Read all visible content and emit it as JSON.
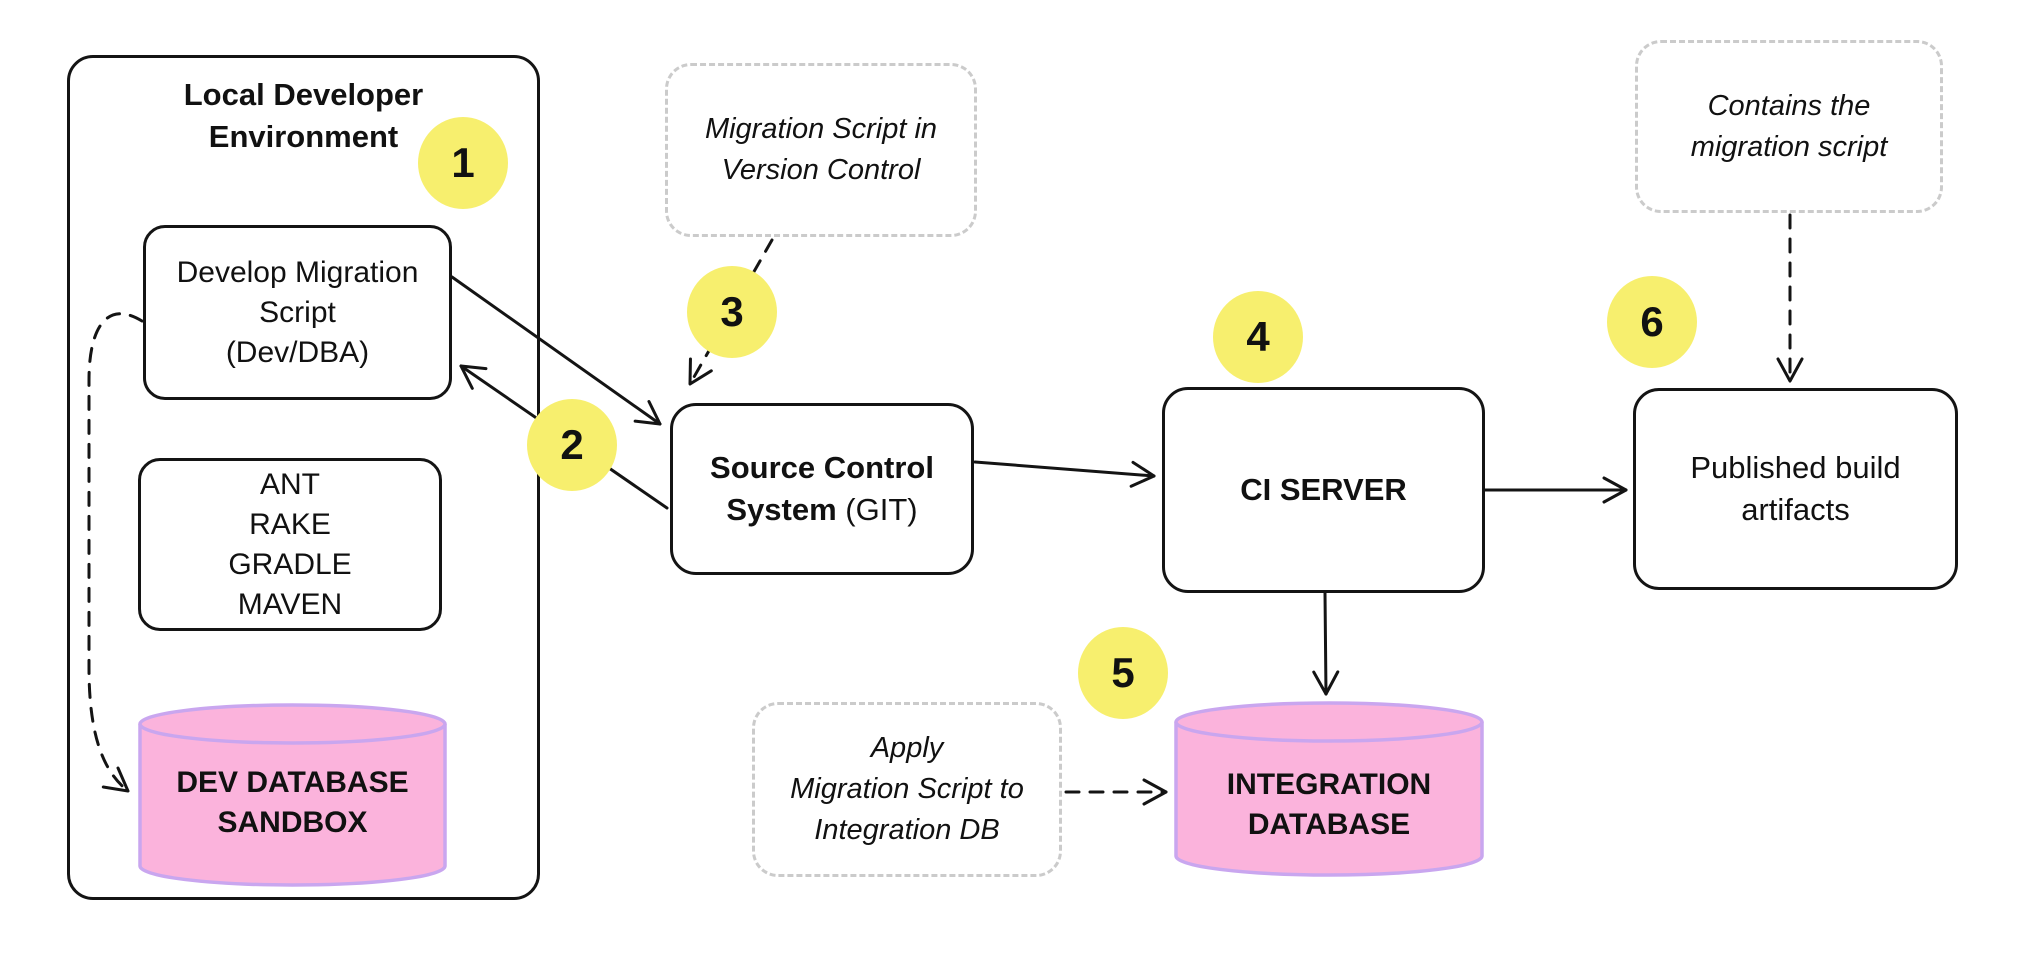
{
  "colors": {
    "ink": "#141414",
    "text": "#111111",
    "yellow": "#F7EF6E",
    "pink_fill": "#FBB3DC",
    "pink_stroke": "#C9A6EF",
    "note_border": "#CBCBCB",
    "bg": "#FFFFFF"
  },
  "nodes": {
    "local_env": {
      "title": [
        "Local Developer",
        "Environment"
      ]
    },
    "dev_script": {
      "lines": [
        "Develop Migration",
        "Script",
        "(Dev/DBA)"
      ]
    },
    "build_tools": {
      "lines": [
        "ANT",
        "RAKE",
        "GRADLE",
        "MAVEN"
      ]
    },
    "dev_db": {
      "lines": [
        "DEV DATABASE",
        "SANDBOX"
      ]
    },
    "vc_note": {
      "lines": [
        "Migration Script in",
        "Version Control"
      ]
    },
    "scs": {
      "line1": "Source Control",
      "line2_bold": "System",
      "line2_rest": " (GIT)"
    },
    "ci": {
      "label": "CI SERVER"
    },
    "published": {
      "lines": [
        "Published build",
        "artifacts"
      ]
    },
    "contains_note": {
      "lines": [
        "Contains the",
        "migration script"
      ]
    },
    "apply_note": {
      "lines": [
        "Apply",
        "Migration Script to",
        "Integration DB"
      ]
    },
    "int_db": {
      "lines": [
        "INTEGRATION",
        "DATABASE"
      ]
    }
  },
  "badges": {
    "one": "1",
    "two": "2",
    "three": "3",
    "four": "4",
    "five": "5",
    "six": "6"
  }
}
